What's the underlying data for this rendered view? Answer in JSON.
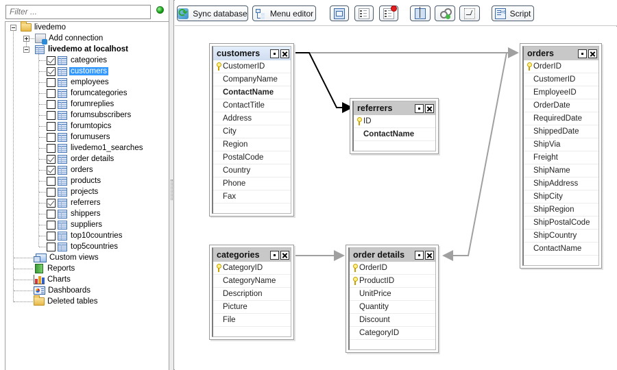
{
  "sidebar": {
    "filter_placeholder": "Filter ...",
    "status_color": "#10a010",
    "root": {
      "label": "livedemo",
      "expanded": true
    },
    "add_connection": "Add connection",
    "connection": {
      "label": "livedemo at localhost",
      "expanded": true
    },
    "tables": [
      {
        "label": "categories",
        "checked": true,
        "selected": false
      },
      {
        "label": "customers",
        "checked": true,
        "selected": true
      },
      {
        "label": "employees",
        "checked": false,
        "selected": false
      },
      {
        "label": "forumcategories",
        "checked": false,
        "selected": false
      },
      {
        "label": "forumreplies",
        "checked": false,
        "selected": false
      },
      {
        "label": "forumsubscribers",
        "checked": false,
        "selected": false
      },
      {
        "label": "forumtopics",
        "checked": false,
        "selected": false
      },
      {
        "label": "forumusers",
        "checked": false,
        "selected": false
      },
      {
        "label": "livedemo1_searches",
        "checked": false,
        "selected": false
      },
      {
        "label": "order details",
        "checked": true,
        "selected": false
      },
      {
        "label": "orders",
        "checked": true,
        "selected": false
      },
      {
        "label": "products",
        "checked": false,
        "selected": false
      },
      {
        "label": "projects",
        "checked": false,
        "selected": false
      },
      {
        "label": "referrers",
        "checked": true,
        "selected": false
      },
      {
        "label": "shippers",
        "checked": false,
        "selected": false
      },
      {
        "label": "suppliers",
        "checked": false,
        "selected": false
      },
      {
        "label": "top10countries",
        "checked": false,
        "selected": false
      },
      {
        "label": "top5countries",
        "checked": false,
        "selected": false
      }
    ],
    "sections": [
      {
        "label": "Custom views",
        "icon": "custom-views-icon"
      },
      {
        "label": "Reports",
        "icon": "reports-icon"
      },
      {
        "label": "Charts",
        "icon": "charts-icon"
      },
      {
        "label": "Dashboards",
        "icon": "dashboards-icon"
      },
      {
        "label": "Deleted tables",
        "icon": "folder-icon"
      }
    ]
  },
  "toolbar": {
    "sync_label": "Sync database",
    "menu_editor_label": "Menu editor",
    "script_label": "Script",
    "icon_buttons": [
      "layout-icon",
      "fields-list-icon",
      "remove-fields-icon",
      "monitor-icon",
      "add-relation-icon",
      "frame-icon"
    ]
  },
  "diagram": {
    "tables": [
      {
        "name": "customers",
        "active": true,
        "fields": [
          {
            "name": "CustomerID",
            "key": true,
            "bold": false
          },
          {
            "name": "CompanyName",
            "key": false,
            "bold": false
          },
          {
            "name": "ContactName",
            "key": false,
            "bold": true
          },
          {
            "name": "ContactTitle",
            "key": false,
            "bold": false
          },
          {
            "name": "Address",
            "key": false,
            "bold": false
          },
          {
            "name": "City",
            "key": false,
            "bold": false
          },
          {
            "name": "Region",
            "key": false,
            "bold": false
          },
          {
            "name": "PostalCode",
            "key": false,
            "bold": false
          },
          {
            "name": "Country",
            "key": false,
            "bold": false
          },
          {
            "name": "Phone",
            "key": false,
            "bold": false
          },
          {
            "name": "Fax",
            "key": false,
            "bold": false
          }
        ]
      },
      {
        "name": "referrers",
        "active": false,
        "fields": [
          {
            "name": "ID",
            "key": true,
            "bold": false
          },
          {
            "name": "ContactName",
            "key": false,
            "bold": true
          }
        ]
      },
      {
        "name": "orders",
        "active": false,
        "fields": [
          {
            "name": "OrderID",
            "key": true,
            "bold": false
          },
          {
            "name": "CustomerID",
            "key": false,
            "bold": false
          },
          {
            "name": "EmployeeID",
            "key": false,
            "bold": false
          },
          {
            "name": "OrderDate",
            "key": false,
            "bold": false
          },
          {
            "name": "RequiredDate",
            "key": false,
            "bold": false
          },
          {
            "name": "ShippedDate",
            "key": false,
            "bold": false
          },
          {
            "name": "ShipVia",
            "key": false,
            "bold": false
          },
          {
            "name": "Freight",
            "key": false,
            "bold": false
          },
          {
            "name": "ShipName",
            "key": false,
            "bold": false
          },
          {
            "name": "ShipAddress",
            "key": false,
            "bold": false
          },
          {
            "name": "ShipCity",
            "key": false,
            "bold": false
          },
          {
            "name": "ShipRegion",
            "key": false,
            "bold": false
          },
          {
            "name": "ShipPostalCode",
            "key": false,
            "bold": false
          },
          {
            "name": "ShipCountry",
            "key": false,
            "bold": false
          },
          {
            "name": "ContactName",
            "key": false,
            "bold": false
          }
        ]
      },
      {
        "name": "categories",
        "active": false,
        "fields": [
          {
            "name": "CategoryID",
            "key": true,
            "bold": false
          },
          {
            "name": "CategoryName",
            "key": false,
            "bold": false
          },
          {
            "name": "Description",
            "key": false,
            "bold": false
          },
          {
            "name": "Picture",
            "key": false,
            "bold": false
          },
          {
            "name": "File",
            "key": false,
            "bold": false
          }
        ]
      },
      {
        "name": "order details",
        "active": false,
        "fields": [
          {
            "name": "OrderID",
            "key": true,
            "bold": false
          },
          {
            "name": "ProductID",
            "key": true,
            "bold": false
          },
          {
            "name": "UnitPrice",
            "key": false,
            "bold": false
          },
          {
            "name": "Quantity",
            "key": false,
            "bold": false
          },
          {
            "name": "Discount",
            "key": false,
            "bold": false
          },
          {
            "name": "CategoryID",
            "key": false,
            "bold": false
          }
        ]
      }
    ],
    "relations": [
      {
        "from": "customers",
        "to": "referrers",
        "color": "#000000"
      },
      {
        "from": "customers",
        "to": "orders",
        "color": "#a0a0a0"
      },
      {
        "from": "categories",
        "to": "order details",
        "color": "#a0a0a0"
      },
      {
        "from": "orders",
        "to": "order details",
        "color": "#a0a0a0"
      }
    ]
  }
}
